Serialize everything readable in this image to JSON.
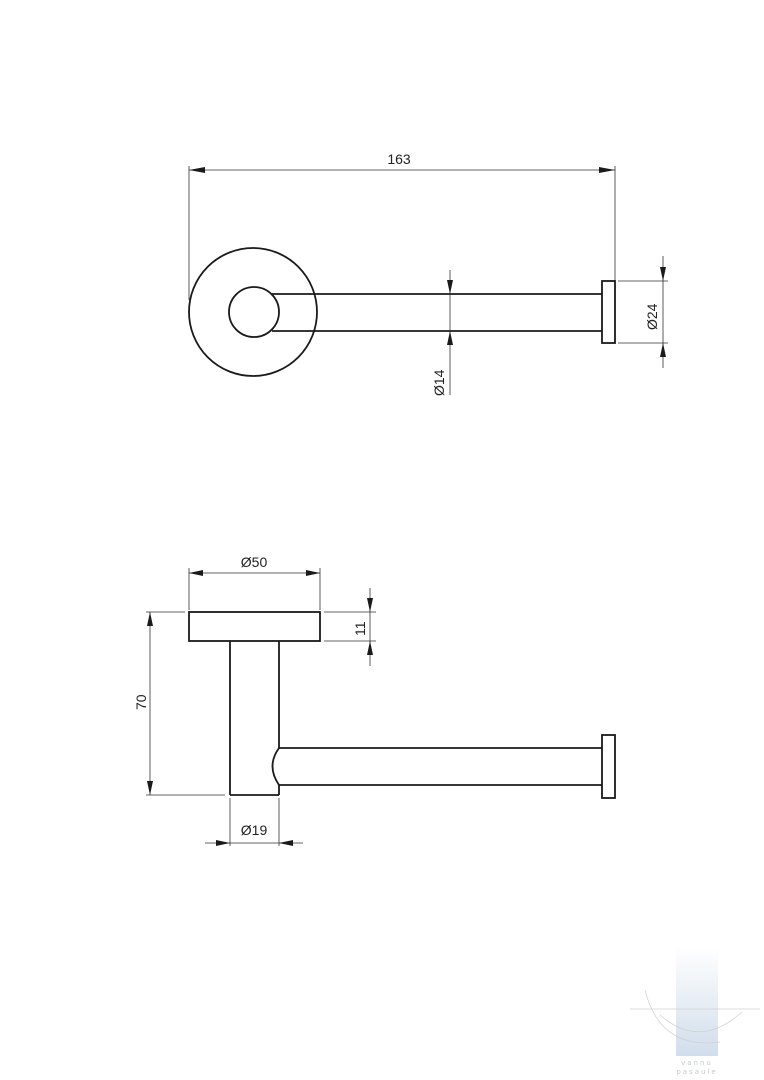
{
  "top_view": {
    "overall_length": "163",
    "rod_diameter": "Ø14",
    "end_cap_diameter": "Ø24"
  },
  "side_view": {
    "flange_diameter": "Ø50",
    "flange_thickness": "11",
    "total_depth": "70",
    "stem_diameter": "Ø19"
  },
  "watermark": {
    "line1": "vannu",
    "line2": "pasaule"
  }
}
